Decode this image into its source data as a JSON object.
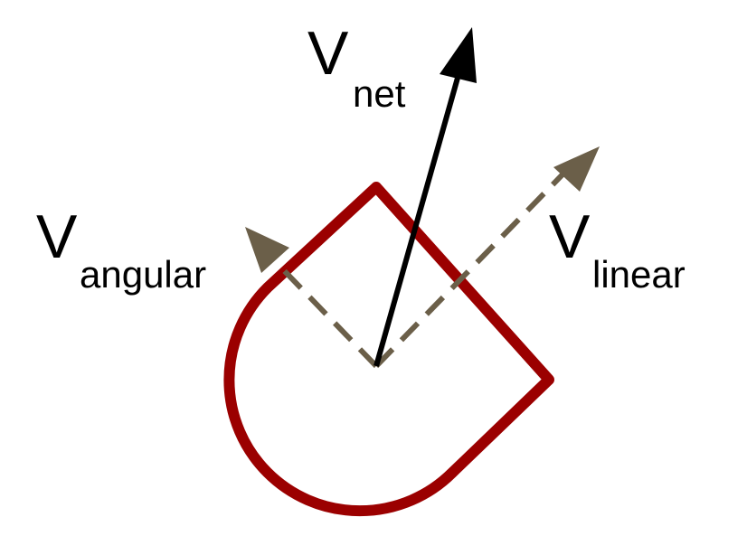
{
  "colors": {
    "background": "#ffffff",
    "shape_outline": "#9b0000",
    "net_vector": "#000000",
    "component_vectors": "#6b5f49",
    "label_text": "#000000"
  },
  "labels": {
    "net": {
      "symbol": "V",
      "subscript": "net"
    },
    "angular": {
      "symbol": "V",
      "subscript": "angular"
    },
    "linear": {
      "symbol": "V",
      "subscript": "linear"
    }
  }
}
